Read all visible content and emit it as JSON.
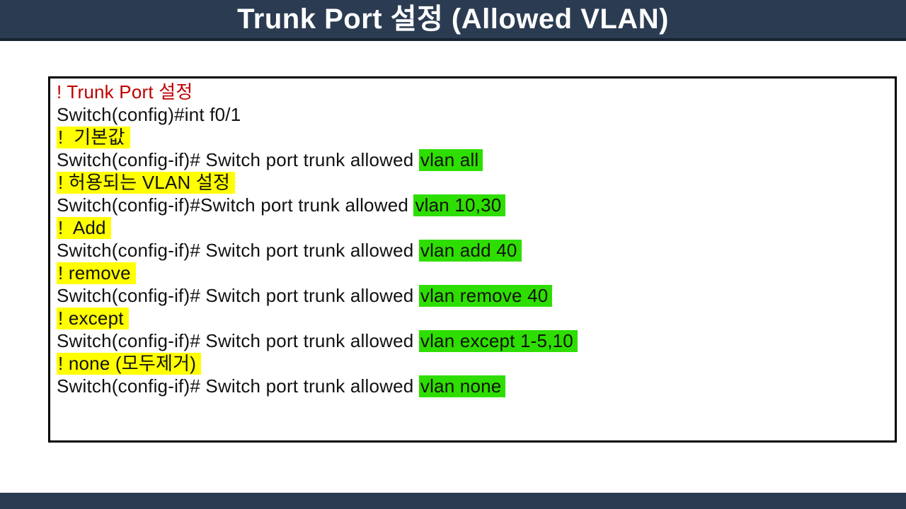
{
  "header": {
    "title": "Trunk Port 설정 (Allowed VLAN)"
  },
  "terminal": {
    "lines": [
      {
        "type": "comment-red",
        "text": "! Trunk Port 설정"
      },
      {
        "type": "plain",
        "text": "Switch(config)#int f0/1"
      },
      {
        "type": "comment-yellow",
        "text": "!  기본값"
      },
      {
        "type": "command",
        "prefix": "Switch(config-if)# Switch port trunk allowed ",
        "highlight": "vlan all"
      },
      {
        "type": "comment-yellow",
        "text": "! 허용되는 VLAN 설정"
      },
      {
        "type": "command",
        "prefix": "Switch(config-if)#Switch port trunk allowed ",
        "highlight": "vlan 10,30"
      },
      {
        "type": "comment-yellow",
        "text": "!  Add"
      },
      {
        "type": "command",
        "prefix": "Switch(config-if)# Switch port trunk allowed ",
        "highlight": "vlan add 40"
      },
      {
        "type": "comment-yellow",
        "text": "! remove"
      },
      {
        "type": "command",
        "prefix": "Switch(config-if)# Switch port trunk allowed ",
        "highlight": "vlan remove 40"
      },
      {
        "type": "comment-yellow",
        "text": "! except"
      },
      {
        "type": "command",
        "prefix": "Switch(config-if)# Switch port trunk allowed ",
        "highlight": "vlan except 1-5,10"
      },
      {
        "type": "comment-yellow",
        "text": "! none (모두제거)"
      },
      {
        "type": "command",
        "prefix": "Switch(config-if)# Switch port trunk allowed ",
        "highlight": "vlan none"
      }
    ]
  },
  "colors": {
    "header_navy": "#2b3c52",
    "header_border": "#162331",
    "comment_red": "#c00000",
    "highlight_yellow": "#ffff00",
    "highlight_green": "#2ede00",
    "body_text": "#111111"
  }
}
